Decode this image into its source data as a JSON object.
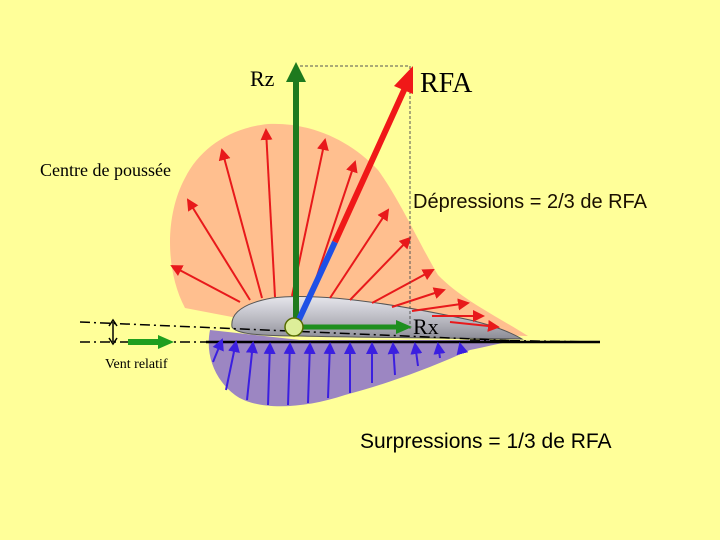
{
  "labels": {
    "rz": "Rz",
    "rfa": "RFA",
    "centre_poussee": "Centre de poussée",
    "depressions": "Dépressions = 2/3 de RFA",
    "rx": "Rx",
    "vent_relatif": "Vent relatif",
    "surpressions": "Surpressions = 1/3 de RFA"
  },
  "colors": {
    "background": "#FFFF99",
    "depression_zone": "#FFBF8F",
    "surpression_zone": "#9C86C2",
    "depression_arrow": "#E8191B",
    "surpression_arrow": "#3B1FE0",
    "rz_arrow": "#1E7A1E",
    "rfa_upper": "#F01818",
    "rfa_lower": "#1E50E6",
    "rx_arrow": "#1E8F1E",
    "vent_arrow": "#1F9E1F",
    "airfoil": "#BEBEC4",
    "centre_point": "#DDEE99"
  }
}
